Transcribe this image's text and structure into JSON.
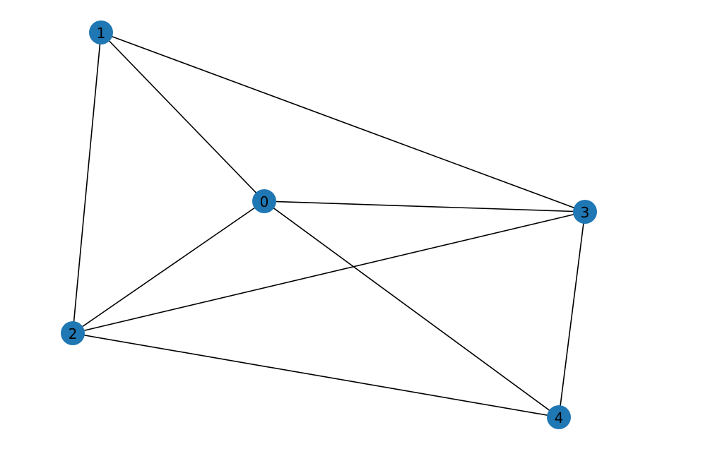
{
  "graph": {
    "node_color": "#1f77b4",
    "edge_color": "#000000",
    "label_color": "#000000",
    "nodes": [
      {
        "id": "0",
        "label": "0"
      },
      {
        "id": "1",
        "label": "1"
      },
      {
        "id": "2",
        "label": "2"
      },
      {
        "id": "3",
        "label": "3"
      },
      {
        "id": "4",
        "label": "4"
      }
    ],
    "edges": [
      [
        "0",
        "1"
      ],
      [
        "0",
        "2"
      ],
      [
        "0",
        "3"
      ],
      [
        "0",
        "4"
      ],
      [
        "1",
        "2"
      ],
      [
        "1",
        "3"
      ],
      [
        "2",
        "3"
      ],
      [
        "2",
        "4"
      ],
      [
        "3",
        "4"
      ]
    ]
  }
}
